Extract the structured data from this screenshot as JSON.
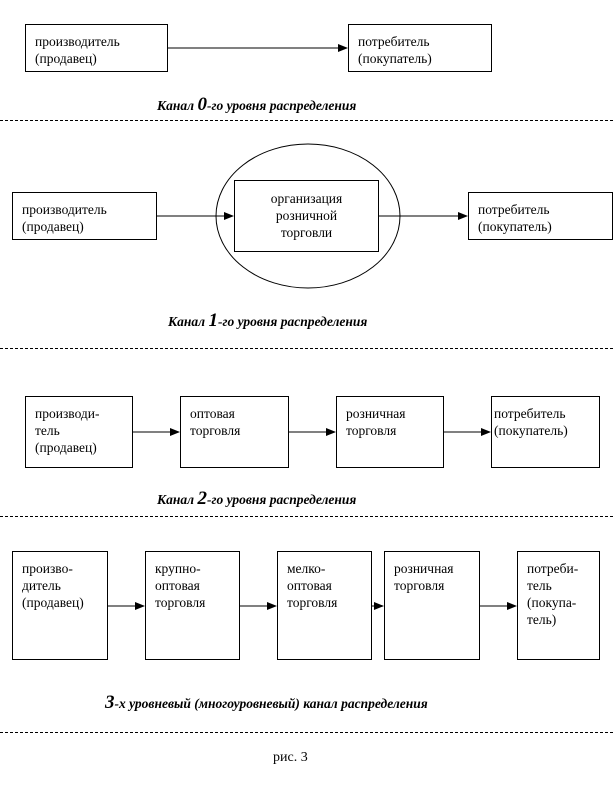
{
  "level0": {
    "producer": "производитель\n(продавец)",
    "consumer": "потребитель\n(покупатель)",
    "caption_prefix": "Канал ",
    "caption_num": "0",
    "caption_suffix": "-го уровня распределения"
  },
  "level1": {
    "producer": "производитель\n(продавец)",
    "retail_org": "организация\nрозничной\nторговли",
    "consumer": "потребитель\n(покупатель)",
    "caption_prefix": "Канал ",
    "caption_num": "1",
    "caption_suffix": "-го уровня распределения"
  },
  "level2": {
    "producer": "производи-\nтель\n(продавец)",
    "wholesale": "оптовая\nторговля",
    "retail": "розничная\nторговля",
    "consumer": "потребитель\n(покупатель)",
    "caption_prefix": "Канал ",
    "caption_num": "2",
    "caption_suffix": "-го уровня распределения"
  },
  "level3": {
    "producer": "произво-\nдитель\n(продавец)",
    "large_wholesale": "крупно-\nоптовая\nторговля",
    "small_wholesale": "мелко-\nоптовая\nторговля",
    "retail": "розничная\nторговля",
    "consumer": "потреби-\nтель\n(покупа-\nтель)",
    "caption_num": "3",
    "caption_suffix": "-х уровневый (многоуровневый) канал  распределения"
  },
  "figure_caption": "рис. 3"
}
